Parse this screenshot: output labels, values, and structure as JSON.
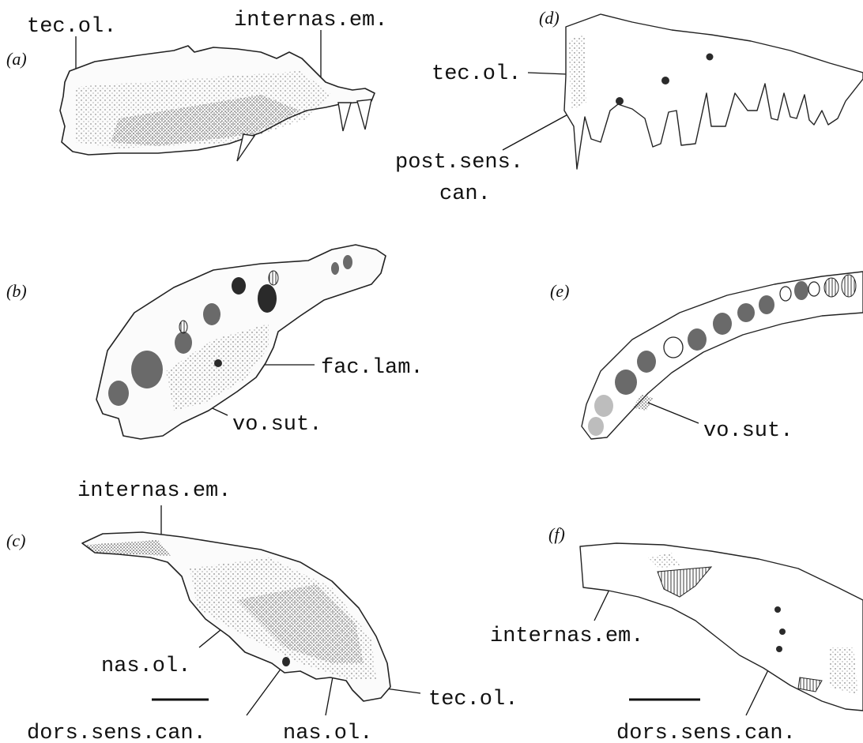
{
  "panels": {
    "a": {
      "letter": "(a)",
      "labels": {
        "tec_ol": "tec.ol.",
        "internas_em": "internas.em."
      }
    },
    "b": {
      "letter": "(b)",
      "labels": {
        "fac_lam": "fac.lam.",
        "vo_sut": "vo.sut."
      }
    },
    "c": {
      "letter": "(c)",
      "labels": {
        "internas_em": "internas.em.",
        "nas_ol_1": "nas.ol.",
        "dors_sens_can": "dors.sens.can.",
        "nas_ol_2": "nas.ol.",
        "tec_ol": "tec.ol."
      }
    },
    "d": {
      "letter": "(d)",
      "labels": {
        "tec_ol": "tec.ol.",
        "post_sens_line1": "post.sens.",
        "post_sens_line2": "can."
      }
    },
    "e": {
      "letter": "(e)",
      "labels": {
        "vo_sut": "vo.sut."
      }
    },
    "f": {
      "letter": "(f)",
      "labels": {
        "internas_em": "internas.em.",
        "dors_sens_can": "dors.sens.can."
      }
    }
  },
  "colors": {
    "ink": "#111111",
    "stipple": "#444444",
    "paper": "#ffffff"
  }
}
